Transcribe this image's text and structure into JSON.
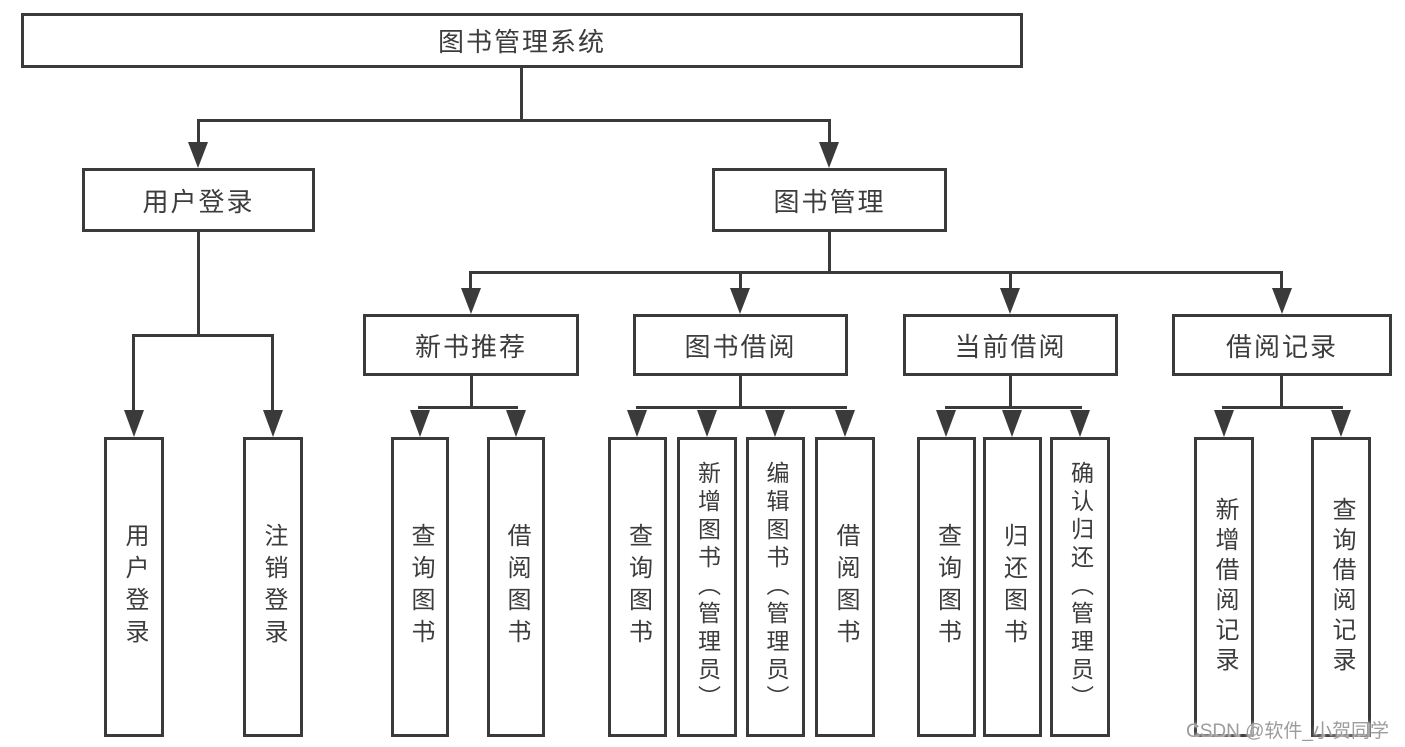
{
  "diagram": {
    "root": "图书管理系统",
    "children": [
      {
        "label": "用户登录",
        "children": [
          "用户登录",
          "注销登录"
        ]
      },
      {
        "label": "图书管理",
        "children": [
          {
            "label": "新书推荐",
            "children": [
              "查询图书",
              "借阅图书"
            ]
          },
          {
            "label": "图书借阅",
            "children": [
              "查询图书",
              "新增图书（管理员）",
              "编辑图书（管理员）",
              "借阅图书"
            ]
          },
          {
            "label": "当前借阅",
            "children": [
              "查询图书",
              "归还图书",
              "确认归还（管理员）"
            ]
          },
          {
            "label": "借阅记录",
            "children": [
              "新增借阅记录",
              "查询借阅记录"
            ]
          }
        ]
      }
    ],
    "colors": {
      "line": "#3a3a3a",
      "text": "#3c3c3c",
      "background": "#ffffff",
      "watermark_gray": "#9c9c9c"
    }
  },
  "watermark": "CSDN @软件_小贺同学"
}
